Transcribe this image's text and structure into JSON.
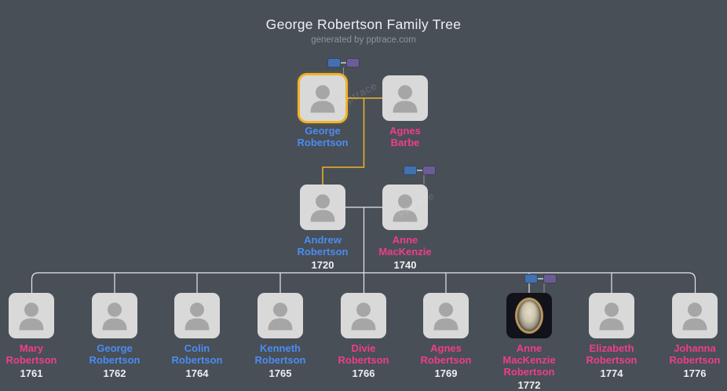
{
  "page": {
    "title": "George Robertson Family Tree",
    "subtitle": "generated by pptrace.com",
    "watermark": "pptrace"
  },
  "colors": {
    "background": "#494f56",
    "male": "#4a8cf2",
    "female": "#f03d8a",
    "card": "#d9d9d9",
    "avatar": "#a6a6a6",
    "highlight": "#f0b429",
    "line": "#e4e7ea",
    "year_text": "#eef0f2",
    "husband_chip": "#4471ad",
    "wife_chip": "#6a5d93"
  },
  "people": {
    "gen1": [
      {
        "name": "George\nRobertson",
        "gender": "male",
        "highlighted": true
      },
      {
        "name": "Agnes\nBarbe",
        "gender": "female",
        "highlighted": false
      }
    ],
    "gen2": [
      {
        "name": "Andrew\nRobertson",
        "year": "1720",
        "gender": "male"
      },
      {
        "name": "Anne\nMacKenzie",
        "year": "1740",
        "gender": "female"
      }
    ],
    "gen3": [
      {
        "name": "Mary\nRobertson",
        "year": "1761",
        "gender": "female"
      },
      {
        "name": "George\nRobertson",
        "year": "1762",
        "gender": "male"
      },
      {
        "name": "Colin\nRobertson",
        "year": "1764",
        "gender": "male"
      },
      {
        "name": "Kenneth\nRobertson",
        "year": "1765",
        "gender": "male"
      },
      {
        "name": "Divie\nRobertson",
        "year": "1766",
        "gender": "female"
      },
      {
        "name": "Agnes\nRobertson",
        "year": "1769",
        "gender": "female"
      },
      {
        "name": "Anne\nMacKenzie\nRobertson",
        "year": "1772",
        "gender": "female",
        "portrait": true
      },
      {
        "name": "Elizabeth\nRobertson",
        "year": "1774",
        "gender": "female"
      },
      {
        "name": "Johanna\nRobertson",
        "year": "1776",
        "gender": "female"
      }
    ]
  }
}
